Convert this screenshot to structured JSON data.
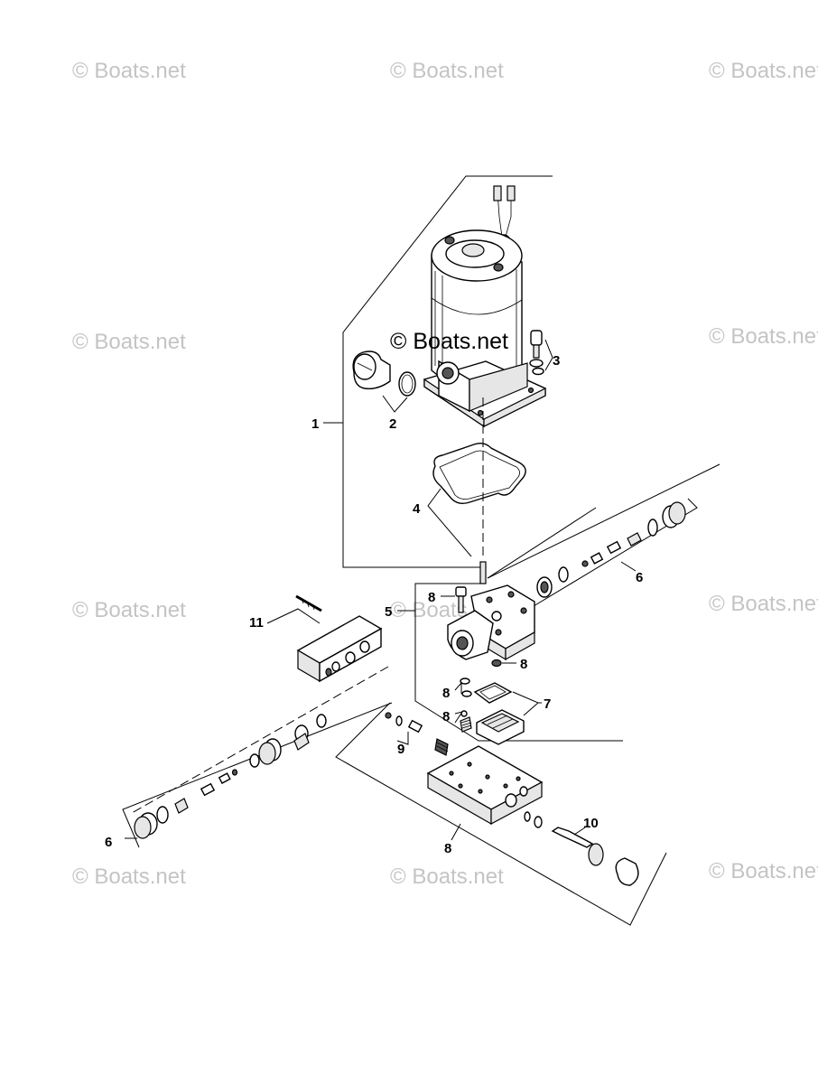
{
  "watermark": {
    "text": "© Boats.net",
    "center_text": "© Boats.net",
    "color": "#c4c4c4"
  },
  "callouts": {
    "c1": "1",
    "c2": "2",
    "c3": "3",
    "c4": "4",
    "c5": "5",
    "c6a": "6",
    "c6b": "6",
    "c7": "7",
    "c8a": "8",
    "c8b": "8",
    "c8c": "8",
    "c8d": "8",
    "c8e": "8",
    "c9": "9",
    "c10": "10",
    "c11": "11"
  }
}
